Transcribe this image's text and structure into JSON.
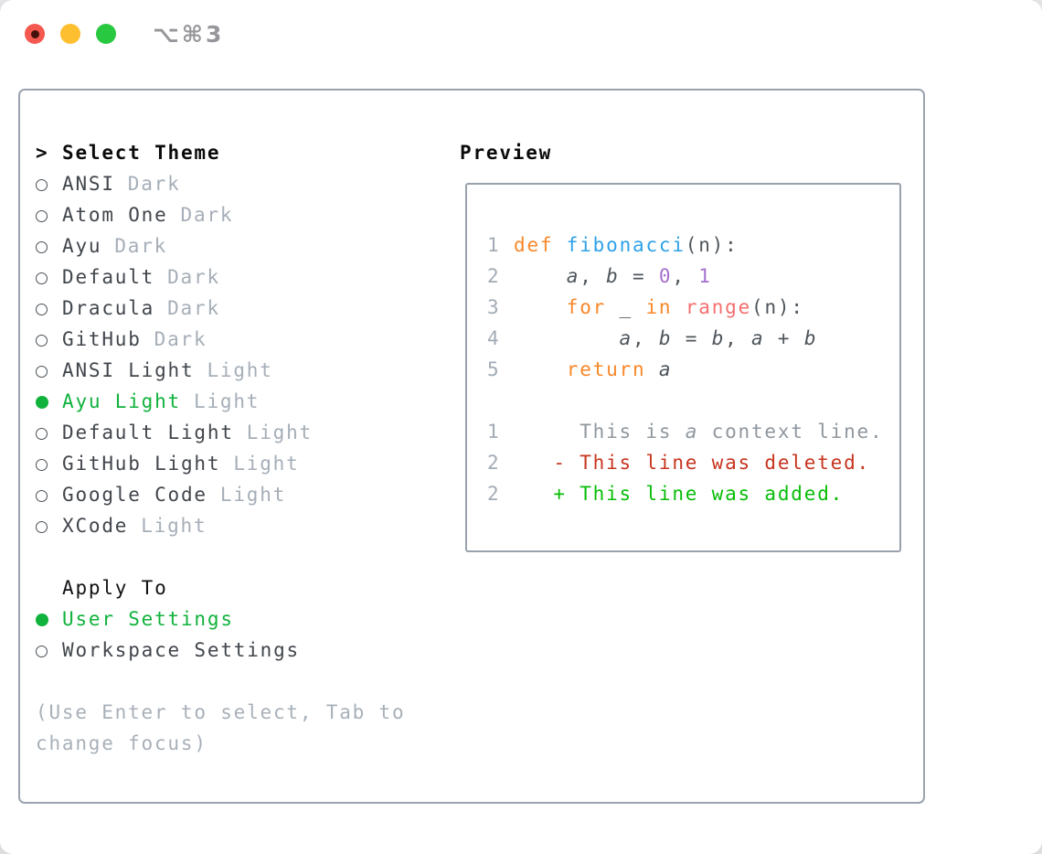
{
  "titlebar": {
    "shortcut": "⌥⌘3"
  },
  "colors": {
    "selection_green": "#10b23c",
    "diff_added_green": "#08bd08",
    "diff_deleted_red": "#c7351f",
    "keyword_orange": "#f8882a",
    "function_blue": "#2ea1e9",
    "builtin_pink": "#f56f6f",
    "number_purple": "#a470cf",
    "code_foreground": "#4e555b",
    "muted_gray": "#a6aeb8",
    "panel_border": "#9aa3ad",
    "traffic_red": "#f4584f",
    "traffic_yellow": "#fdbe30",
    "traffic_green": "#29c841"
  },
  "theme_picker": {
    "prompt": ">",
    "title": "Select Theme",
    "items": [
      {
        "name": "ANSI",
        "tag": "Dark",
        "selected": false
      },
      {
        "name": "Atom One",
        "tag": "Dark",
        "selected": false
      },
      {
        "name": "Ayu",
        "tag": "Dark",
        "selected": false
      },
      {
        "name": "Default",
        "tag": "Dark",
        "selected": false
      },
      {
        "name": "Dracula",
        "tag": "Dark",
        "selected": false
      },
      {
        "name": "GitHub",
        "tag": "Dark",
        "selected": false
      },
      {
        "name": "ANSI Light",
        "tag": "Light",
        "selected": false
      },
      {
        "name": "Ayu Light",
        "tag": "Light",
        "selected": true
      },
      {
        "name": "Default Light",
        "tag": "Light",
        "selected": false
      },
      {
        "name": "GitHub Light",
        "tag": "Light",
        "selected": false
      },
      {
        "name": "Google Code",
        "tag": "Light",
        "selected": false
      },
      {
        "name": "XCode",
        "tag": "Light",
        "selected": false
      }
    ],
    "apply_to": {
      "title": "Apply To",
      "options": [
        {
          "name": "User Settings",
          "selected": true
        },
        {
          "name": "Workspace Settings",
          "selected": false
        }
      ]
    },
    "hint_lines": [
      "(Use Enter to select, Tab to",
      "change focus)"
    ]
  },
  "preview": {
    "title": "Preview",
    "lines": [
      {
        "num": "1",
        "tokens": [
          {
            "t": "def",
            "c": "kw"
          },
          {
            "t": " ",
            "c": "plain"
          },
          {
            "t": "fibonacci",
            "c": "fn"
          },
          {
            "t": "(n):",
            "c": "plain"
          }
        ]
      },
      {
        "num": "2",
        "tokens": [
          {
            "t": "    ",
            "c": "plain"
          },
          {
            "t": "a",
            "c": "var"
          },
          {
            "t": ", ",
            "c": "plain"
          },
          {
            "t": "b",
            "c": "var"
          },
          {
            "t": " = ",
            "c": "plain"
          },
          {
            "t": "0",
            "c": "num"
          },
          {
            "t": ", ",
            "c": "plain"
          },
          {
            "t": "1",
            "c": "num"
          }
        ]
      },
      {
        "num": "3",
        "tokens": [
          {
            "t": "    ",
            "c": "plain"
          },
          {
            "t": "for",
            "c": "kw"
          },
          {
            "t": " _ ",
            "c": "plain"
          },
          {
            "t": "in",
            "c": "kw"
          },
          {
            "t": " ",
            "c": "plain"
          },
          {
            "t": "range",
            "c": "builtin"
          },
          {
            "t": "(n):",
            "c": "plain"
          }
        ]
      },
      {
        "num": "4",
        "tokens": [
          {
            "t": "        ",
            "c": "plain"
          },
          {
            "t": "a",
            "c": "var"
          },
          {
            "t": ", ",
            "c": "plain"
          },
          {
            "t": "b",
            "c": "var"
          },
          {
            "t": " = ",
            "c": "plain"
          },
          {
            "t": "b",
            "c": "var"
          },
          {
            "t": ", ",
            "c": "plain"
          },
          {
            "t": "a",
            "c": "var"
          },
          {
            "t": " + ",
            "c": "plain"
          },
          {
            "t": "b",
            "c": "var"
          }
        ]
      },
      {
        "num": "5",
        "tokens": [
          {
            "t": "    ",
            "c": "plain"
          },
          {
            "t": "return",
            "c": "kw"
          },
          {
            "t": " ",
            "c": "plain"
          },
          {
            "t": "a",
            "c": "var"
          }
        ]
      },
      {
        "num": "",
        "tokens": []
      },
      {
        "num": "1",
        "tokens": [
          {
            "t": "     This is ",
            "c": "ctx"
          },
          {
            "t": "a",
            "c": "ctx-var"
          },
          {
            "t": " context line.",
            "c": "ctx"
          }
        ]
      },
      {
        "num": "2",
        "tokens": [
          {
            "t": "   - This line was deleted.",
            "c": "del"
          }
        ]
      },
      {
        "num": "2",
        "tokens": [
          {
            "t": "   + This line was added.",
            "c": "add"
          }
        ]
      }
    ]
  }
}
